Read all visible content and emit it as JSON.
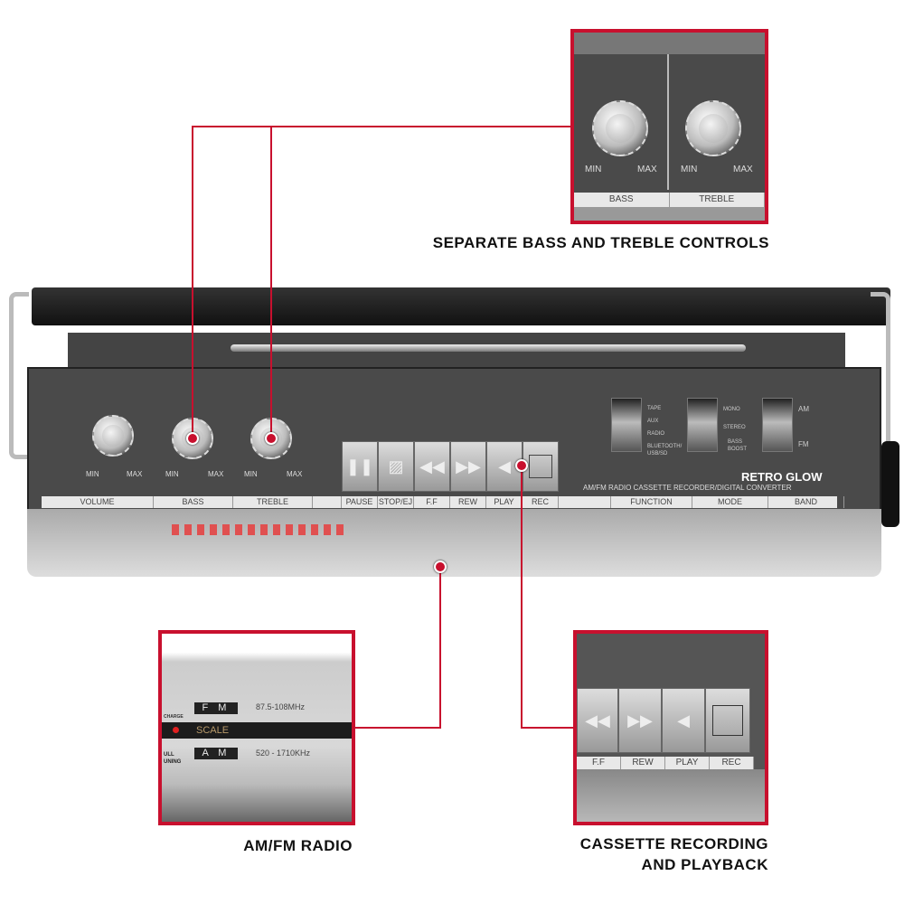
{
  "callouts": {
    "bass_treble": {
      "caption": "SEPARATE BASS AND TREBLE CONTROLS",
      "min": "MIN",
      "max": "MAX",
      "bass": "BASS",
      "treble": "TREBLE"
    },
    "radio": {
      "caption": "AM/FM RADIO",
      "fm": "F M",
      "fm_range": "87.5-108MHz",
      "charge": "CHARGE",
      "scale": "SCALE",
      "am": "A M",
      "am_range": "520 - 1710KHz",
      "tuning": "ULL\nUNING"
    },
    "cassette": {
      "caption_line1": "CASSETTE RECORDING",
      "caption_line2": "AND PLAYBACK",
      "labels": [
        "F.F",
        "REW",
        "PLAY",
        "REC"
      ]
    }
  },
  "device": {
    "knob_min": "MIN",
    "knob_max": "MAX",
    "labels": [
      "VOLUME",
      "BASS",
      "TREBLE",
      "PAUSE",
      "STOP/EJ",
      "F.F",
      "REW",
      "PLAY",
      "REC",
      "FUNCTION",
      "MODE",
      "BAND"
    ],
    "function_options": [
      "TAPE",
      "AUX",
      "RADIO",
      "BLUETOOTH/ USB/SD"
    ],
    "mode_options": [
      "MONO",
      "STEREO",
      "BASS BOOST"
    ],
    "band_options": [
      "AM",
      "FM"
    ],
    "brand": "RETRO GLOW",
    "subtitle": "AM/FM RADIO CASSETTE RECORDER/DIGITAL CONVERTER"
  },
  "colors": {
    "accent": "#c8102e"
  }
}
